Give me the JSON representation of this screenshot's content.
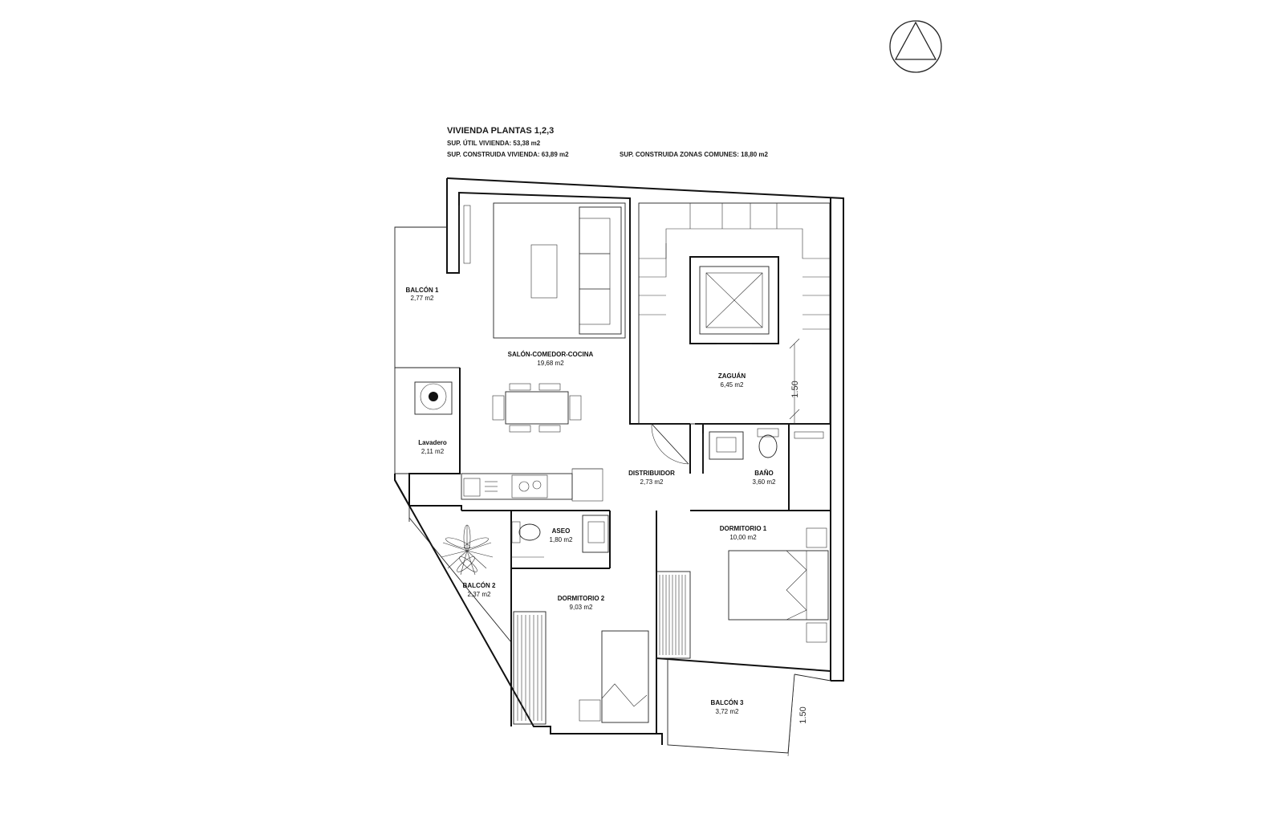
{
  "header": {
    "title": "VIVIENDA PLANTAS 1,2,3",
    "sup_util": "SUP. ÚTIL VIVIENDA: 53,38 m2",
    "sup_construida": "SUP. CONSTRUIDA VIVIENDA: 63,89 m2",
    "sup_comunes": "SUP. CONSTRUIDA ZONAS COMUNES: 18,80 m2"
  },
  "north_arrow": {
    "icon": "north-arrow-icon"
  },
  "rooms": {
    "balcon1": {
      "name": "BALCÓN 1",
      "area": "2,77 m2"
    },
    "salon": {
      "name": "SALÓN-COMEDOR-COCINA",
      "area": "19,68 m2"
    },
    "zaguan": {
      "name": "ZAGUÁN",
      "area": "6,45 m2"
    },
    "lavadero": {
      "name": "Lavadero",
      "area": "2,11 m2"
    },
    "distribuidor": {
      "name": "DISTRIBUIDOR",
      "area": "2,73 m2"
    },
    "bano": {
      "name": "BAÑO",
      "area": "3,60 m2"
    },
    "aseo": {
      "name": "ASEO",
      "area": "1,80 m2"
    },
    "dormitorio1": {
      "name": "DORMITORIO 1",
      "area": "10,00 m2"
    },
    "balcon2": {
      "name": "BALCÓN 2",
      "area": "2,37 m2"
    },
    "dormitorio2": {
      "name": "DORMITORIO 2",
      "area": "9,03 m2"
    },
    "balcon3": {
      "name": "BALCÓN 3",
      "area": "3,72 m2"
    }
  },
  "dimensions": {
    "zaguan_width": "1.50",
    "balcon3_depth": "1.50"
  }
}
